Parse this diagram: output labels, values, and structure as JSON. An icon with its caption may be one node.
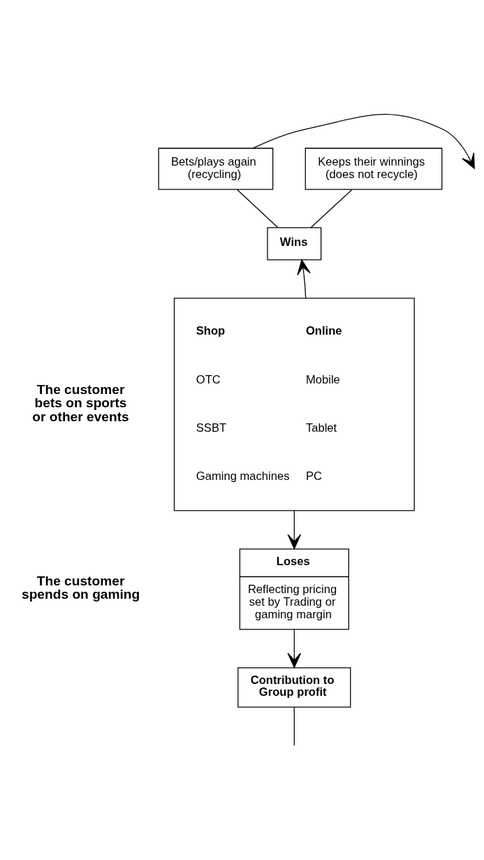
{
  "diagram": {
    "nodes": [
      {
        "text": [
          "Bets/plays again (recycling)"
        ]
      },
      {
        "text": [
          "Keeps their winnings (does not recycle)"
        ]
      },
      {
        "text": [
          "Wins"
        ]
      },
      {
        "text": [
          "Shop",
          "Online",
          "OTC",
          "Mobile",
          "SSBT",
          "Tablet",
          "Gaming machines",
          "PC"
        ]
      },
      {
        "text": [
          "Loses",
          "Reflecting pricing set by Trading or gaming margin"
        ]
      },
      {
        "text": [
          "Contribution to Group profit"
        ]
      }
    ],
    "edges": [
      {
        "from": 0,
        "to": 2,
        "arrow": "none"
      },
      {
        "from": 1,
        "to": 2,
        "arrow": "none"
      },
      {
        "from": 0,
        "to": null,
        "arrow": "to"
      },
      {
        "from": 3,
        "to": 2,
        "arrow": "to"
      },
      {
        "from": 3,
        "to": 4,
        "arrow": "to"
      },
      {
        "from": 4,
        "to": 5,
        "arrow": "to"
      },
      {
        "from": 5,
        "to": null,
        "arrow": "none"
      }
    ],
    "labels": [
      "The customer bets on sports or other events",
      "The customer spends on gaming"
    ]
  }
}
